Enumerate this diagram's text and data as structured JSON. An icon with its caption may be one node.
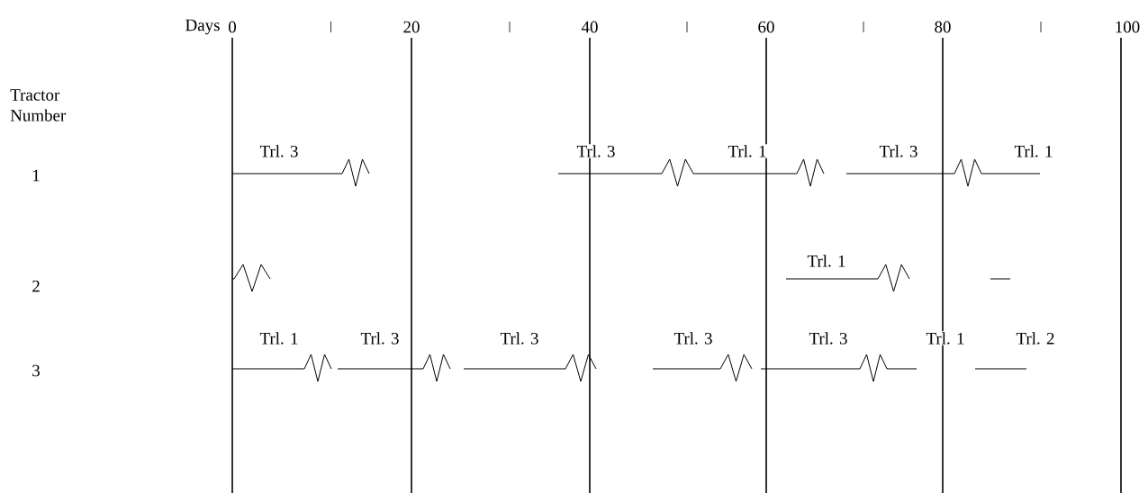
{
  "diagram": {
    "labels": [
      "Days",
      "0",
      "20",
      "40",
      "60",
      "80",
      "100",
      "Tractor Number",
      "1",
      "Trl. 3",
      "Trl. 3",
      "Trl. 1",
      "Trl. 3",
      "Trl. 1",
      "2",
      "Trl. 1",
      "3",
      "Trl. 1",
      "Trl. 3",
      "Trl. 3",
      "Trl. 3",
      "Trl. 3",
      "Trl. 1",
      "Trl. 2"
    ]
  }
}
